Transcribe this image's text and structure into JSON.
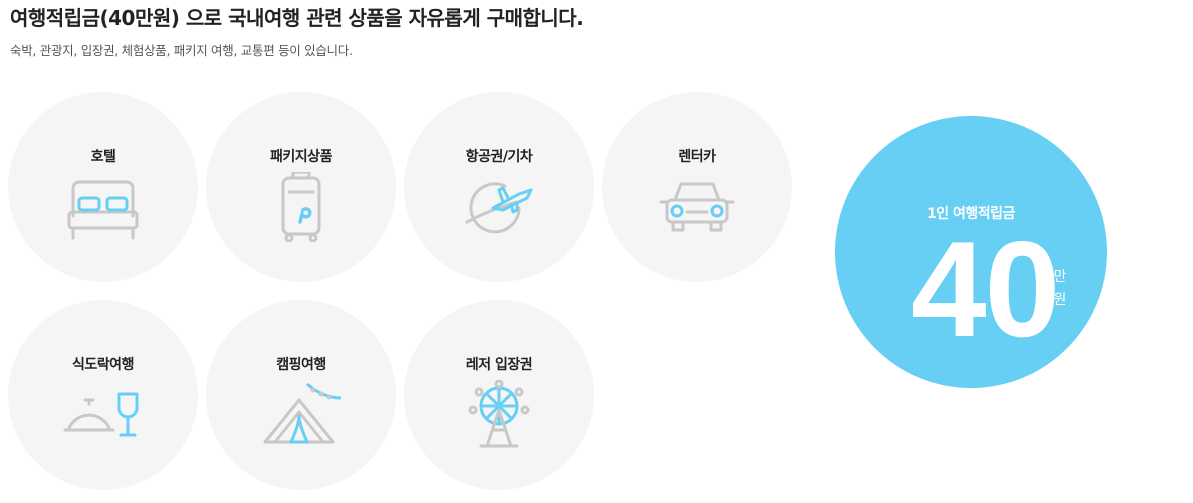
{
  "header": {
    "title": "여행적립금(40만원) 으로 국내여행 관련 상품을 자유롭게 구매합니다.",
    "subtitle": "숙박, 관광지, 입장권, 체험상품, 패키지 여행, 교통편 등이 있습니다."
  },
  "categories": [
    {
      "label": "호텔",
      "icon": "bed-icon"
    },
    {
      "label": "패키지상품",
      "icon": "suitcase-icon"
    },
    {
      "label": "항공권/기차",
      "icon": "airplane-globe-icon"
    },
    {
      "label": "렌터카",
      "icon": "car-icon"
    },
    {
      "label": "식도락여행",
      "icon": "food-cloche-wine-icon"
    },
    {
      "label": "캠핑여행",
      "icon": "tent-icon"
    },
    {
      "label": "레저 입장권",
      "icon": "ferris-wheel-icon"
    }
  ],
  "allowance": {
    "label": "1인 여행적립금",
    "amount": "40",
    "unit_1": "만",
    "unit_2": "원"
  },
  "colors": {
    "accent": "#67cef4",
    "icon_gray": "#c8c8c8",
    "circle_bg": "#f5f5f5"
  }
}
